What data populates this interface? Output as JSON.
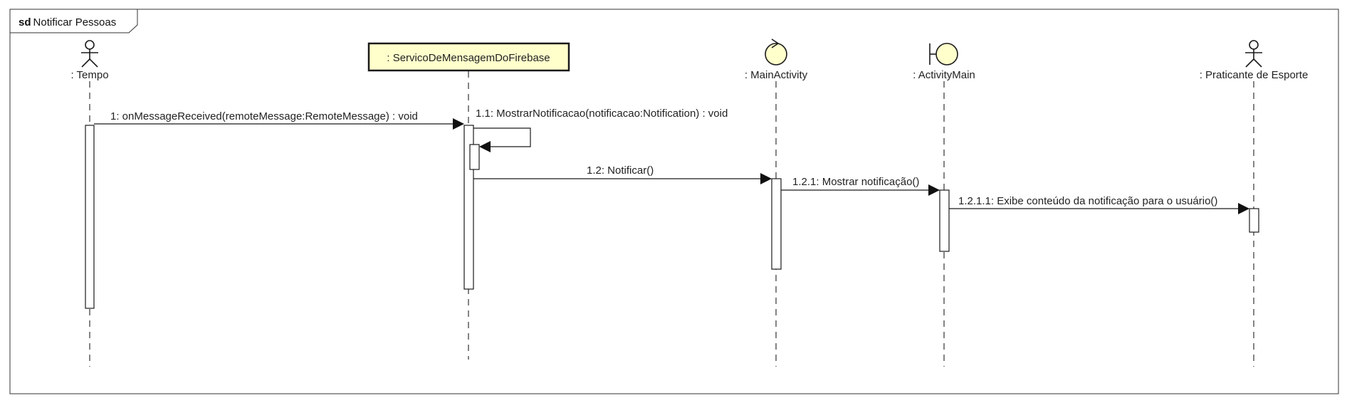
{
  "frame": {
    "keyword": "sd",
    "title": "Notificar Pessoas"
  },
  "participants": [
    {
      "id": "tempo",
      "label": ": Tempo",
      "kind": "actor"
    },
    {
      "id": "servico",
      "label": ": ServicoDeMensagemDoFirebase",
      "kind": "object"
    },
    {
      "id": "mainactivity",
      "label": ": MainActivity",
      "kind": "control"
    },
    {
      "id": "activitymain",
      "label": ": ActivityMain",
      "kind": "boundary"
    },
    {
      "id": "praticante",
      "label": ": Praticante de Esporte",
      "kind": "actor"
    }
  ],
  "messages": [
    {
      "label": "1: onMessageReceived(remoteMessage:RemoteMessage) : void"
    },
    {
      "label": "1.1: MostrarNotificacao(notificacao:Notification) : void"
    },
    {
      "label": "1.2: Notificar()"
    },
    {
      "label": "1.2.1: Mostrar notificação()"
    },
    {
      "label": "1.2.1.1: Exibe conteúdo da notificação para o usuário()"
    }
  ],
  "colors": {
    "object_fill": "#ffffcc",
    "line": "#1a1a1a",
    "text": "#222222"
  }
}
